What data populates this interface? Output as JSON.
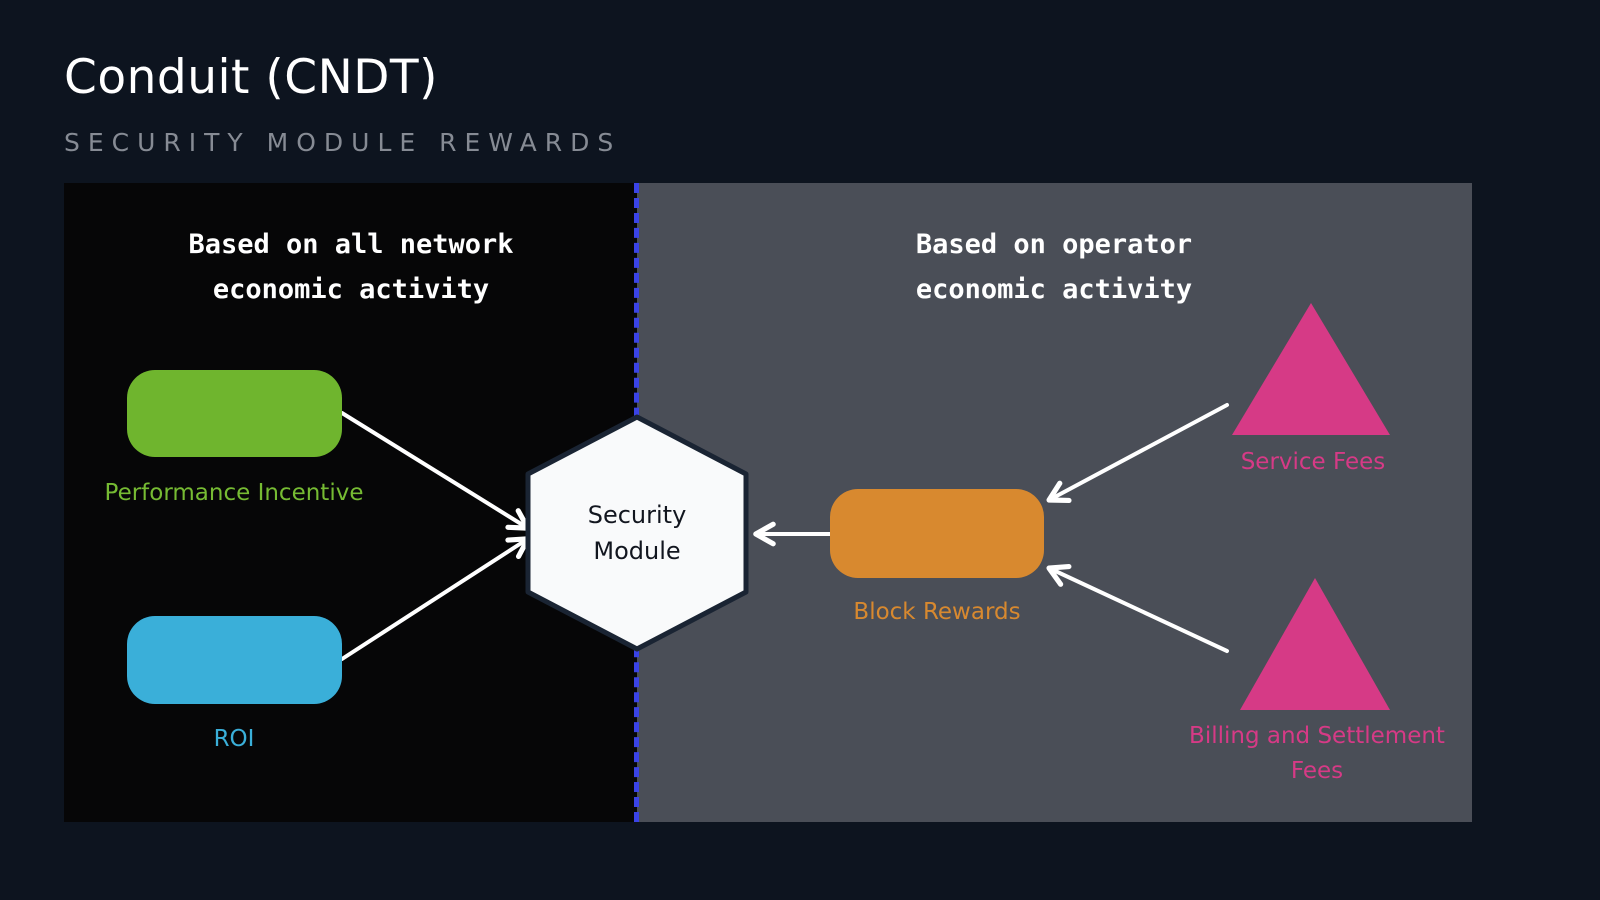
{
  "header": {
    "title": "Conduit (CNDT)",
    "subtitle": "SECURITY MODULE REWARDS"
  },
  "diagram": {
    "left": {
      "heading": "Based on all network economic activity",
      "performance": {
        "label": "Performance Incentive",
        "shape": "rounded-rectangle",
        "color": "#6fb52e"
      },
      "roi": {
        "label": "ROI",
        "shape": "rounded-rectangle",
        "color": "#3aafd9"
      }
    },
    "right": {
      "heading": "Based on operator economic activity",
      "block_rewards": {
        "label": "Block Rewards",
        "shape": "rounded-rectangle",
        "color": "#d8892f"
      },
      "service_fees": {
        "label": "Service Fees",
        "shape": "triangle",
        "color": "#d63a86"
      },
      "billing_fees": {
        "label": "Billing and Settlement Fees",
        "shape": "triangle",
        "color": "#d63a86"
      }
    },
    "center": {
      "label": "Security Module",
      "shape": "hexagon"
    },
    "colors": {
      "page_background": "#0d141f",
      "left_panel": "#060607",
      "right_panel": "#4a4e57",
      "divider": "#3a43e6",
      "arrow": "#ffffff",
      "hexagon_fill": "#f9fafb",
      "hexagon_border": "#1a2433"
    }
  }
}
